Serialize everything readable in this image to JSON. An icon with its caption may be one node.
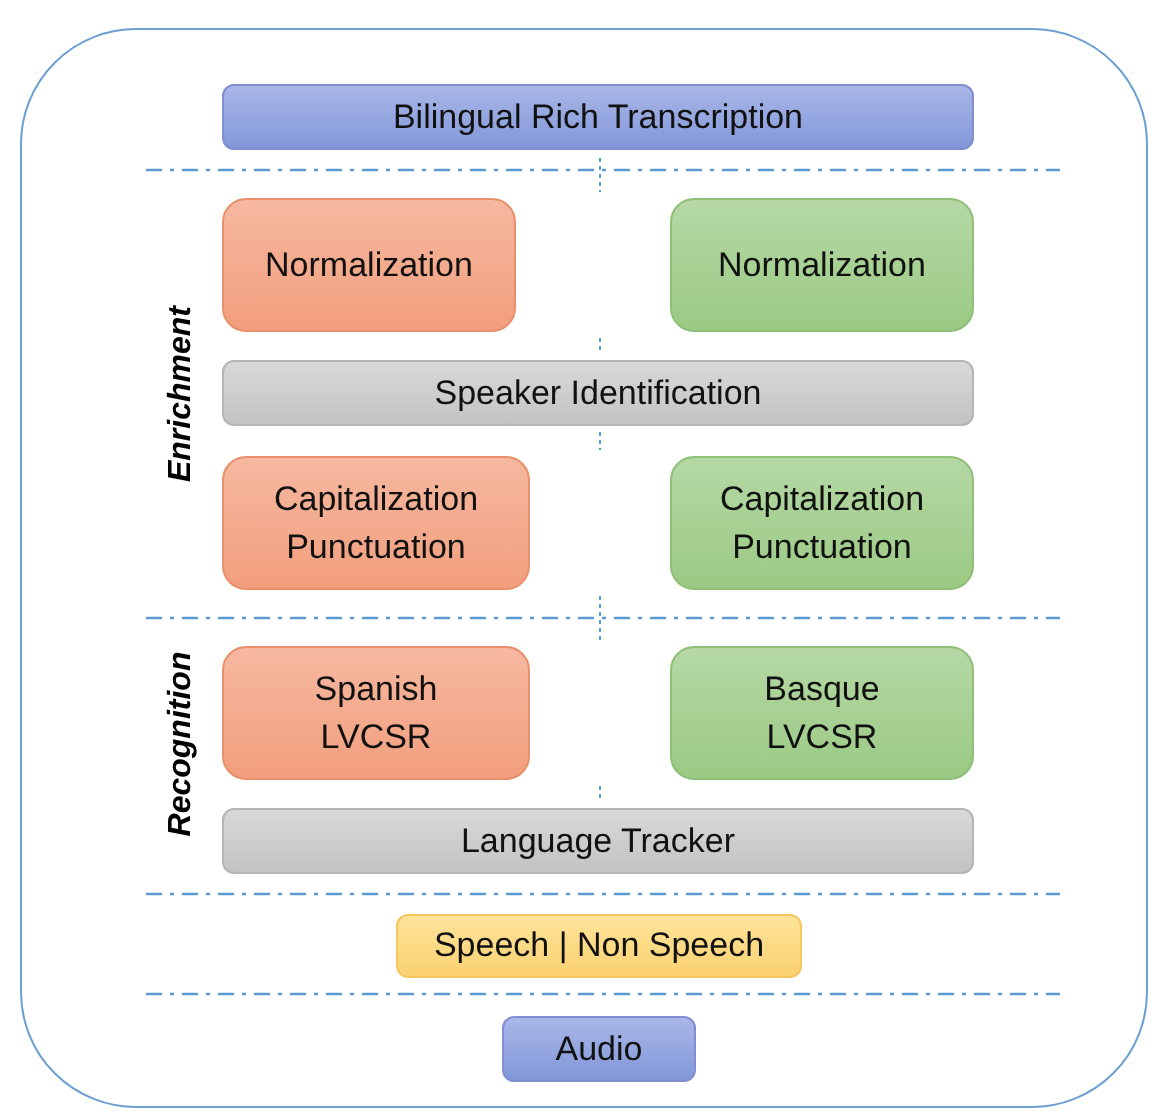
{
  "diagram": {
    "nodes": [
      {
        "text": [],
        "shape": "box"
      },
      {
        "text": [
          "Bilingual Rich Transcription"
        ],
        "in": 0
      },
      {
        "text": [
          "Normalization"
        ],
        "in": 0
      },
      {
        "text": [
          "Normalization"
        ],
        "in": 0
      },
      {
        "text": [
          "Speaker Identification"
        ],
        "in": 0
      },
      {
        "text": [
          "Capitalization Punctuation"
        ],
        "in": 0
      },
      {
        "text": [
          "Capitalization Punctuation"
        ],
        "in": 0
      },
      {
        "text": [
          "Spanish LVCSR"
        ],
        "in": 0
      },
      {
        "text": [
          "Basque LVCSR"
        ],
        "in": 0
      },
      {
        "text": [
          "Language Tracker"
        ],
        "in": 0
      },
      {
        "text": [
          "Speech | Non Speech"
        ],
        "in": 0
      },
      {
        "text": [
          "Audio"
        ],
        "in": 0
      }
    ],
    "labels": [
      "Enrichment",
      "Recognition"
    ]
  }
}
